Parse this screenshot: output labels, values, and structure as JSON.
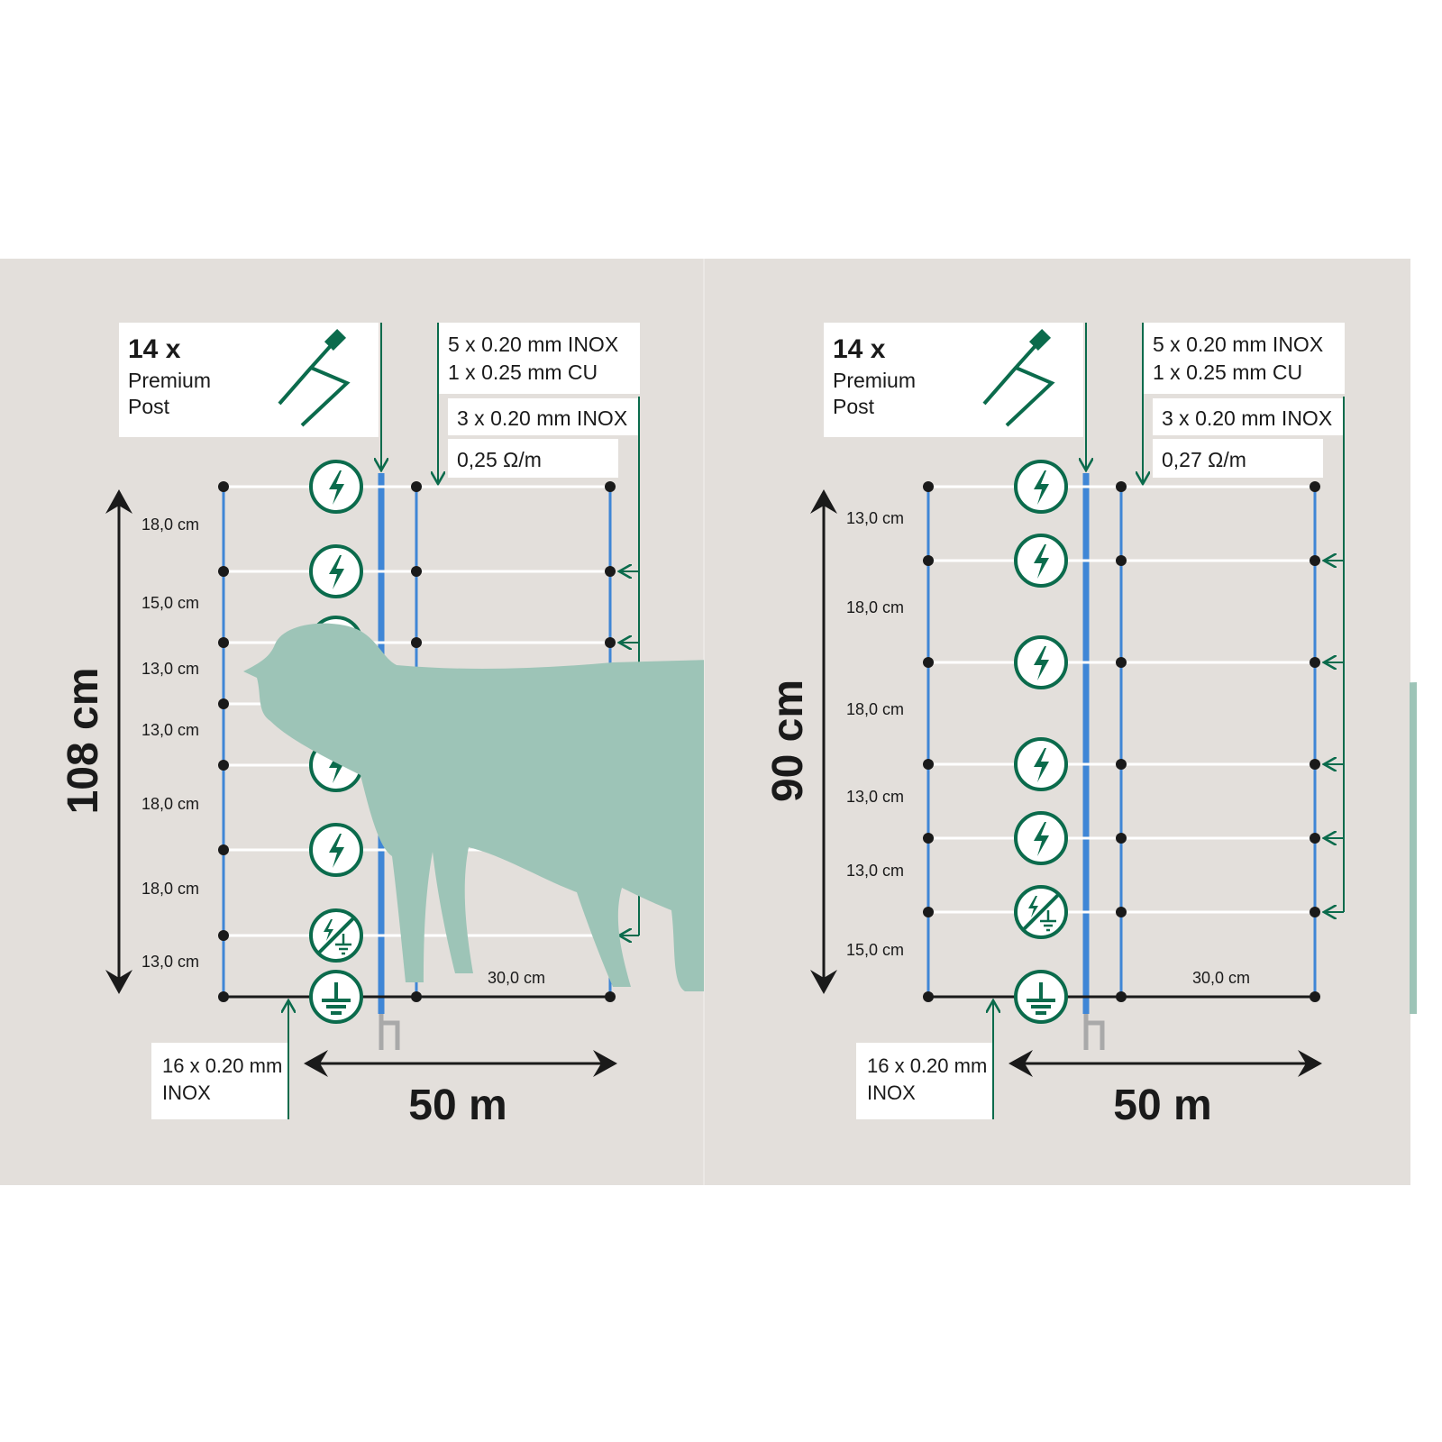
{
  "colors": {
    "background": "#e3dfdb",
    "green": "#0b6b4c",
    "blue": "#3f86d6",
    "sheep": "#9dc4b7",
    "pole_foot": "#a9a9a9"
  },
  "panels": [
    {
      "post_count": "14 x",
      "post_name_line1": "Premium",
      "post_name_line2": "Post",
      "conductor_line1": "5 x 0.20 mm INOX",
      "conductor_line2": "1 x 0.25 mm CU",
      "conductor_line3": "3 x 0.20 mm INOX",
      "resistance": "0,25 Ω/m",
      "height": "108 cm",
      "length": "50 m",
      "post_spacing": "30,0 cm",
      "ground_wire_line1": "16 x 0.20 mm",
      "ground_wire_line2": "INOX",
      "spacings": [
        "18,0 cm",
        "15,0 cm",
        "13,0 cm",
        "13,0 cm",
        "18,0 cm",
        "18,0 cm",
        "13,0 cm"
      ],
      "wire_icons": [
        "live",
        "live",
        "live",
        "live",
        "live",
        "live",
        "live-ground",
        "ground"
      ]
    },
    {
      "post_count": "14 x",
      "post_name_line1": "Premium",
      "post_name_line2": "Post",
      "conductor_line1": "5 x 0.20 mm INOX",
      "conductor_line2": "1 x 0.25 mm CU",
      "conductor_line3": "3 x 0.20 mm INOX",
      "resistance": "0,27 Ω/m",
      "height": "90 cm",
      "length": "50 m",
      "post_spacing": "30,0 cm",
      "ground_wire_line1": "16 x 0.20 mm",
      "ground_wire_line2": "INOX",
      "spacings": [
        "13,0 cm",
        "18,0 cm",
        "18,0 cm",
        "13,0 cm",
        "13,0 cm",
        "15,0 cm"
      ],
      "wire_icons": [
        "live",
        "live",
        "live",
        "live",
        "live",
        "live-ground",
        "ground"
      ]
    }
  ]
}
